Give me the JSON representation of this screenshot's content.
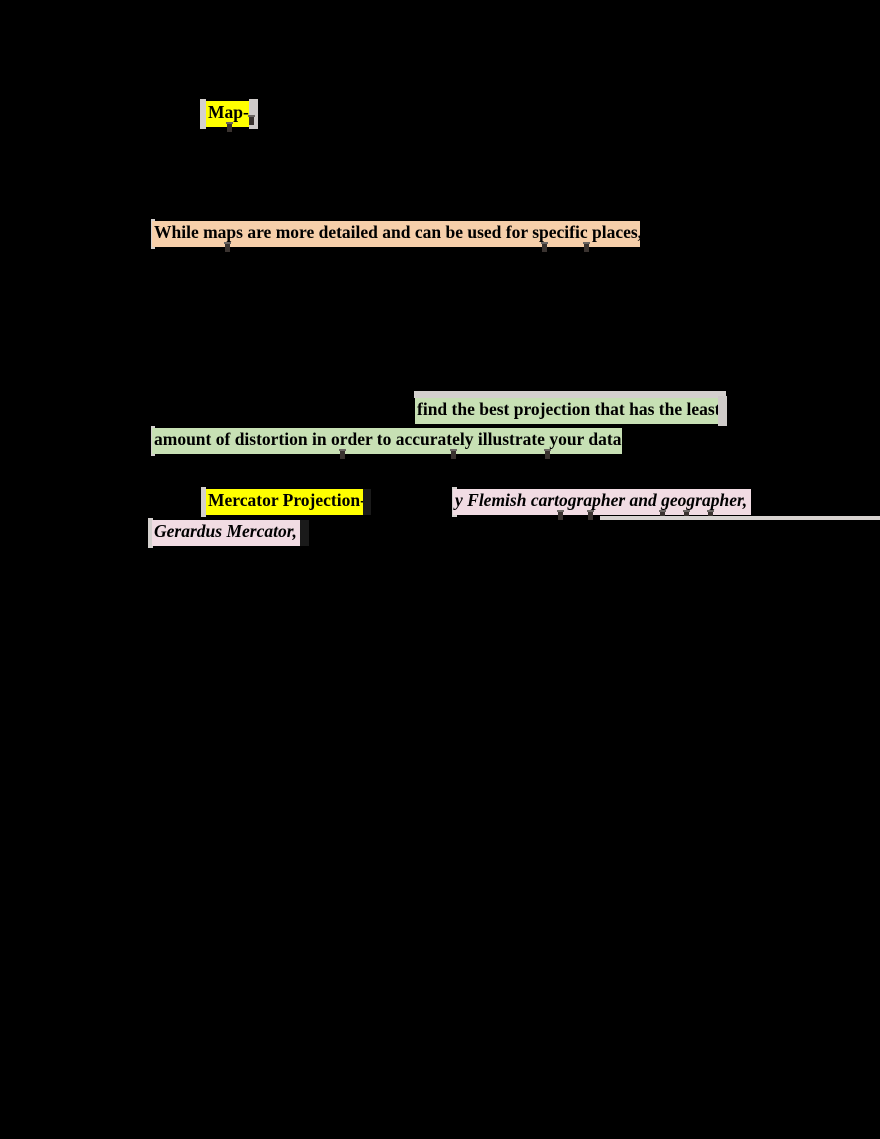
{
  "document": {
    "page_background": "#000000",
    "text_color": "#000000",
    "highlight_colors": {
      "yellow": "#FFFF00",
      "peach": "#F6CFAA",
      "green": "#C7E0B4",
      "pink": "#F1DCE3",
      "gray_edge": "#D4D0CE"
    }
  },
  "runs": {
    "map_term": "Map-",
    "maps_detail_line": "While maps are more detailed and can be used for specific places,",
    "projection_line1": "find the best projection that has the least",
    "projection_line2": "amount of distortion in order to accurately illustrate your data.",
    "mercator_term": "Mercator Projection-",
    "mercator_italic_line1": "y Flemish cartographer and geographer,",
    "mercator_italic_line2": "Gerardus Mercator,"
  }
}
